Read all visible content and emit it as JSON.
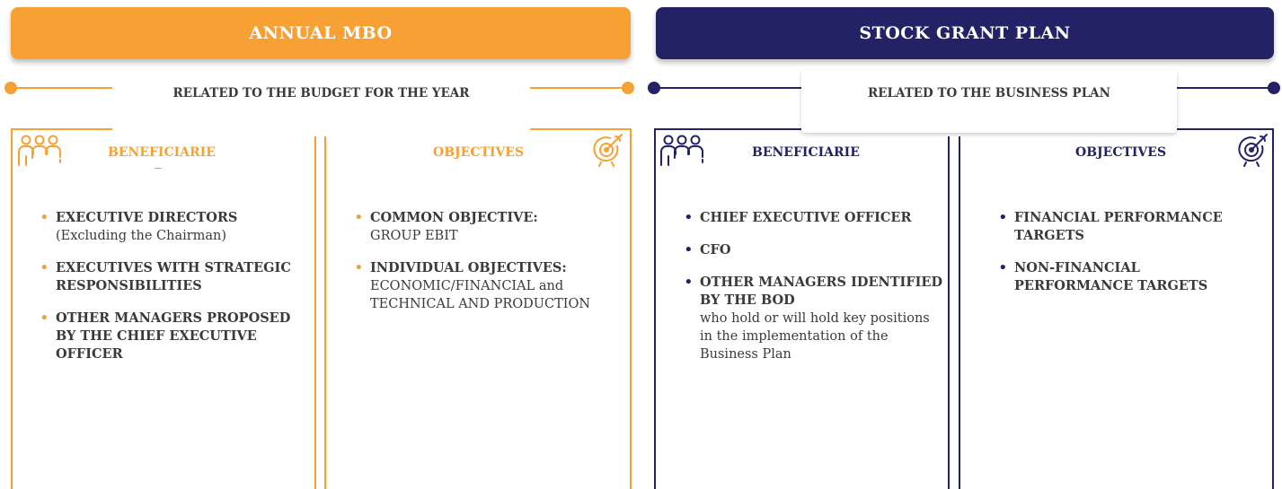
{
  "colors": {
    "orange": "#f7a135",
    "navy": "#232266"
  },
  "mbo": {
    "title": "ANNUAL MBO",
    "subtitle": "RELATED TO THE BUDGET FOR THE YEAR",
    "beneficiaries": {
      "heading": "BENEFICIARIE",
      "icon": "people-group-icon",
      "items": [
        {
          "bold": "EXECUTIVE DIRECTORS",
          "normal": "(Excluding the Chairman)"
        },
        {
          "bold": "EXECUTIVES WITH STRATEGIC RESPONSIBILITIES",
          "normal": ""
        },
        {
          "bold": "OTHER MANAGERS PROPOSED BY THE CHIEF EXECUTIVE OFFICER",
          "normal": ""
        }
      ]
    },
    "objectives": {
      "heading": "OBJECTIVES",
      "icon": "target-icon",
      "items": [
        {
          "bold": "COMMON OBJECTIVE:",
          "normal": "GROUP EBIT"
        },
        {
          "bold": "INDIVIDUAL OBJECTIVES:",
          "normal": "ECONOMIC/FINANCIAL and TECHNICAL AND PRODUCTION"
        }
      ]
    }
  },
  "sgp": {
    "title": "STOCK GRANT PLAN",
    "subtitle": "RELATED TO THE BUSINESS PLAN",
    "beneficiaries": {
      "heading": "BENEFICIARIE",
      "icon": "people-group-icon",
      "items": [
        {
          "bold": "CHIEF EXECUTIVE OFFICER",
          "normal": ""
        },
        {
          "bold": "CFO",
          "normal": ""
        },
        {
          "bold": "OTHER MANAGERS IDENTIFIED BY THE BOD",
          "normal": "who hold or will hold key positions in the implementation of the Business Plan"
        }
      ]
    },
    "objectives": {
      "heading": "OBJECTIVES",
      "icon": "target-icon",
      "items": [
        {
          "bold": "FINANCIAL PERFORMANCE TARGETS",
          "normal": ""
        },
        {
          "bold": "NON-FINANCIAL PERFORMANCE TARGETS",
          "normal": ""
        }
      ]
    }
  }
}
